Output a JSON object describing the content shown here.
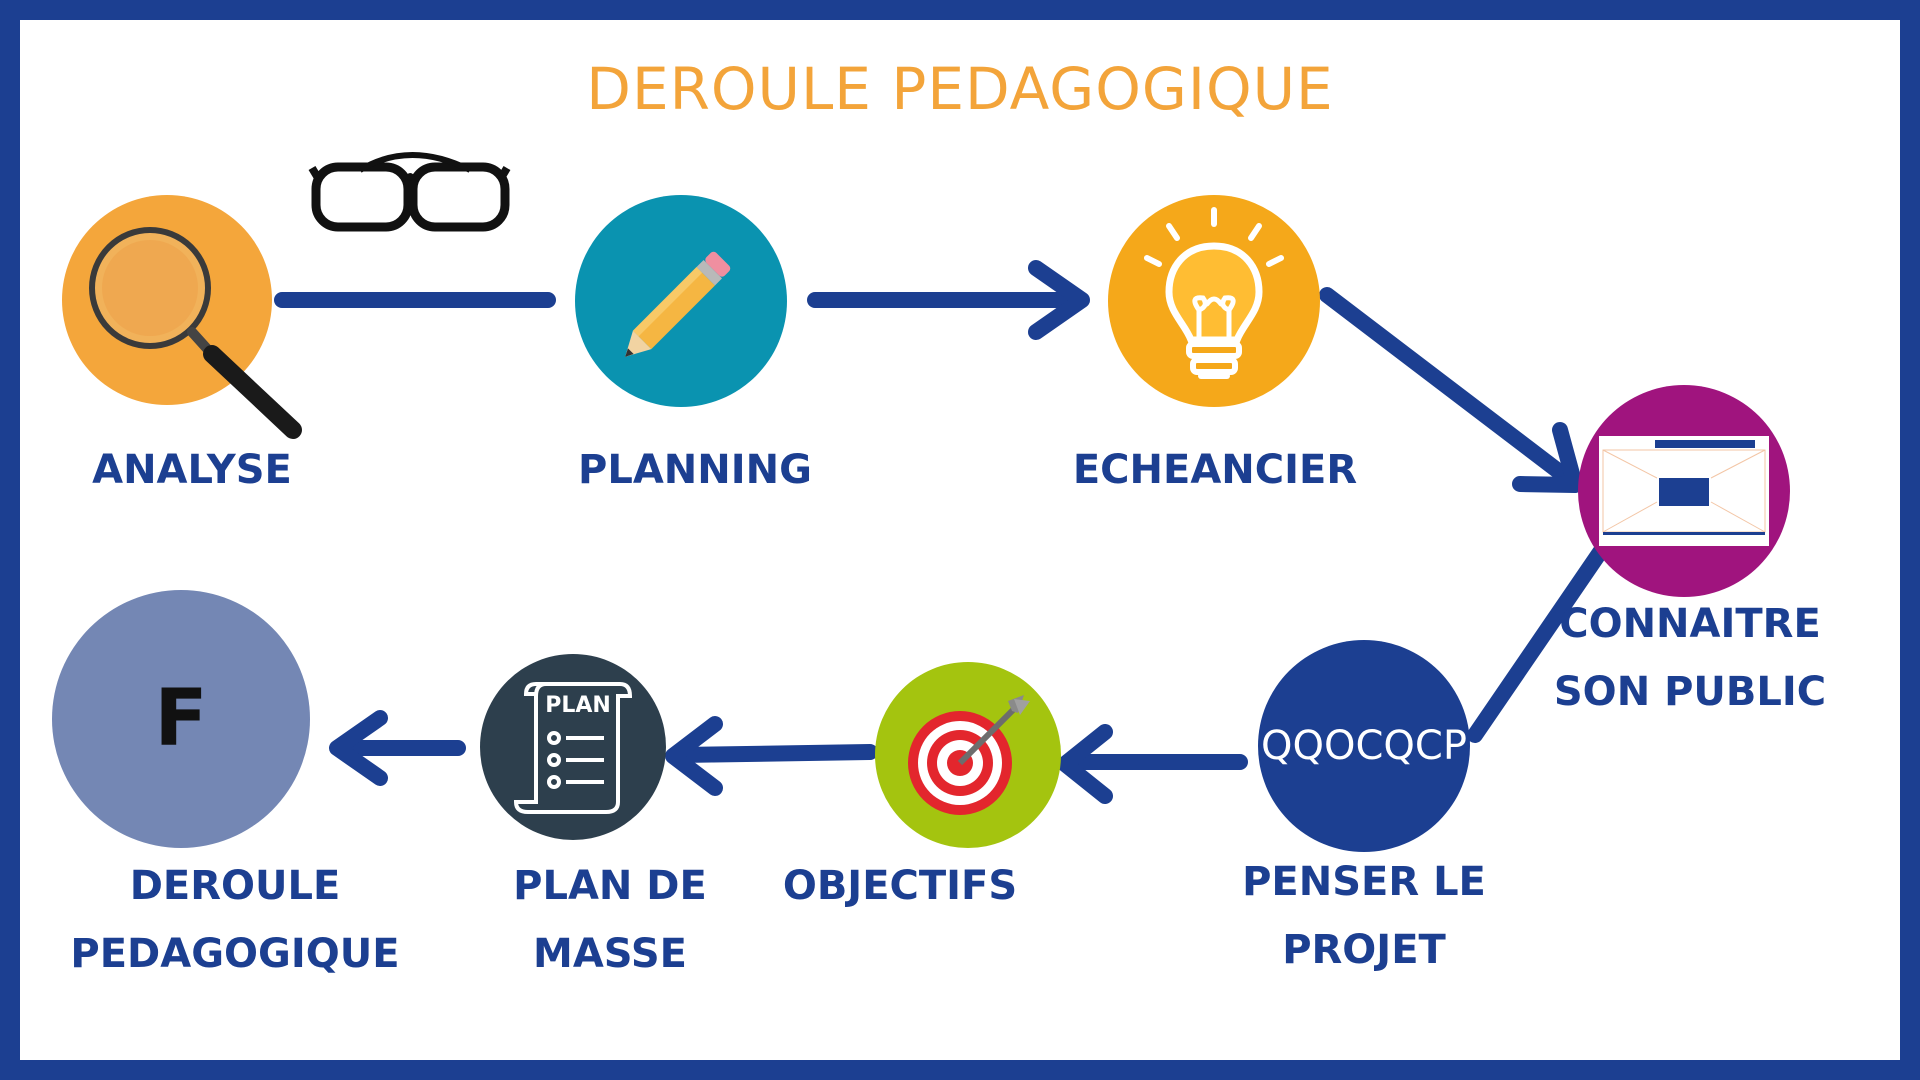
{
  "title": "DEROULE PEDAGOGIQUE",
  "colors": {
    "frame": "#1c3f91",
    "title": "#f3a43a",
    "label": "#1c3f91",
    "arrow": "#1c3f91"
  },
  "steps": [
    {
      "label_line1": "ANALYSE",
      "label_line2": "",
      "color": "#f4a63b",
      "icon": "magnifying-glass-icon"
    },
    {
      "label_line1": "PLANNING",
      "label_line2": "",
      "color": "#0a93b0",
      "icon": "pencil-icon"
    },
    {
      "label_line1": "ECHEANCIER",
      "label_line2": "",
      "color": "#f5a81a",
      "icon": "lightbulb-icon"
    },
    {
      "label_line1": "CONNAITRE",
      "label_line2": "SON PUBLIC",
      "color": "#a0147e",
      "icon": "worksheet-thumbnail"
    },
    {
      "label_line1": "PENSER LE",
      "label_line2": "PROJET",
      "color": "#1c3f91",
      "icon": "",
      "text": "QQOCQCP"
    },
    {
      "label_line1": "OBJECTIFS",
      "label_line2": "",
      "color": "#a4c40f",
      "icon": "target-icon"
    },
    {
      "label_line1": "PLAN DE",
      "label_line2": "MASSE",
      "color": "#2d3f4d",
      "icon": "plan-scroll-icon",
      "text": "PLAN"
    },
    {
      "label_line1": "DEROULE",
      "label_line2": "PEDAGOGIQUE",
      "color": "#7487b4",
      "icon": "",
      "text": "F"
    }
  ],
  "decoration": {
    "icon": "glasses-icon"
  }
}
